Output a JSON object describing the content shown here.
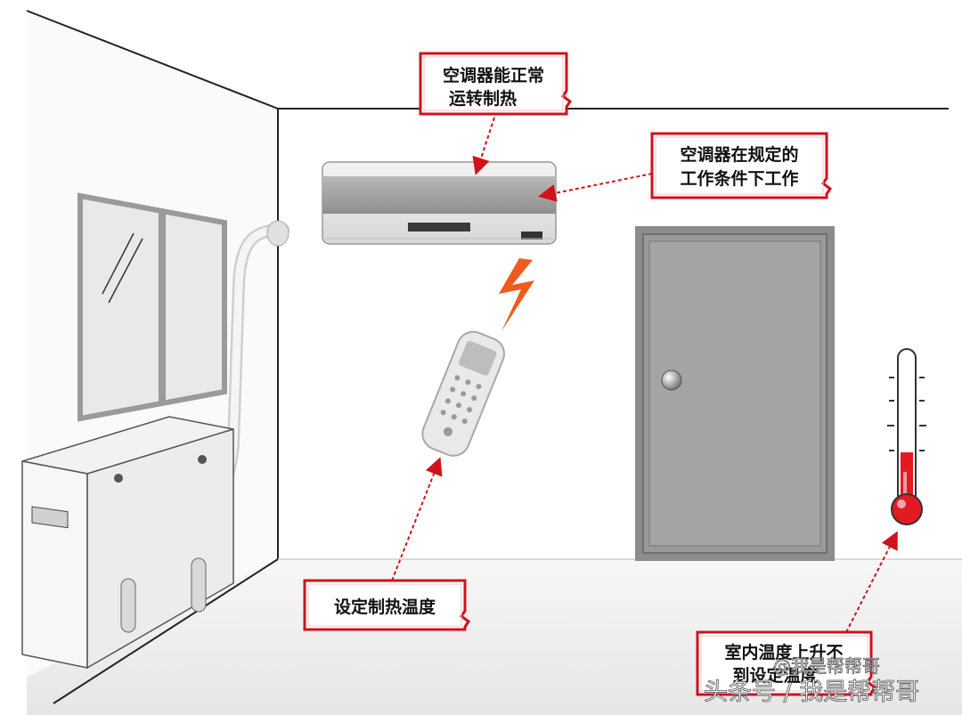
{
  "callouts": {
    "ac_running": [
      "空调器能正常",
      "运转制热"
    ],
    "ac_conditions": [
      "空调器在规定的",
      "工作条件下工作"
    ],
    "set_temp": [
      "设定制热温度"
    ],
    "room_temp": [
      "室内温度上升不",
      "到设定温度"
    ]
  },
  "watermark": {
    "line1": "@我是帮帮哥",
    "line2": "头条号 / 我是帮帮哥"
  },
  "icons": {
    "ac_unit": "air-conditioner-icon",
    "remote": "remote-control-icon",
    "signal": "lightning-signal-icon",
    "thermometer": "thermometer-icon",
    "door": "door-icon",
    "window": "window-icon",
    "heater": "radiator-icon"
  },
  "colors": {
    "callout_border": "#d0121b",
    "arrow": "#d0121b",
    "signal": "#f05a1e",
    "mercury": "#e21b23",
    "door": "#8c8c8c"
  }
}
